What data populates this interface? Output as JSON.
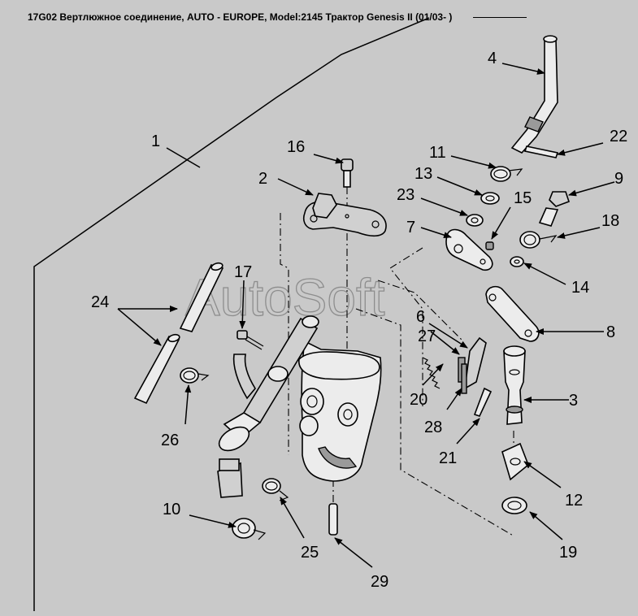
{
  "header": {
    "title": "17G02 Вертлюжное соединение, AUTO - EUROPE, Model:2145 Трактор Genesis II (01/03- )"
  },
  "watermark": "AutoSoft",
  "callouts": [
    "1",
    "2",
    "3",
    "4",
    "6",
    "7",
    "8",
    "9",
    "10",
    "11",
    "12",
    "13",
    "14",
    "15",
    "16",
    "17",
    "18",
    "19",
    "20",
    "21",
    "22",
    "23",
    "24",
    "25",
    "26",
    "27",
    "28",
    "29"
  ],
  "colors": {
    "background": "#c9c9c9",
    "ink": "#000000"
  }
}
